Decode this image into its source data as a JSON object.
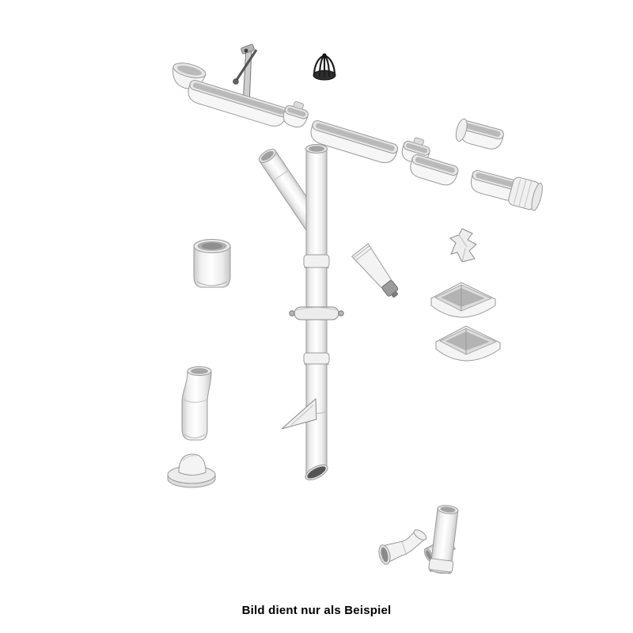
{
  "caption": "Bild dient nur als Beispiel",
  "colors": {
    "background": "#ffffff",
    "text": "#000000",
    "line": "#9a9a9a",
    "fill_light": "#f4f4f4",
    "opening_shadow": "#a8a8a8",
    "dark_part": "#2e2e2e"
  },
  "components": [
    "gutter-end-cap",
    "gutter-hanger-bracket",
    "gutter-section-1",
    "leaf-strainer",
    "gutter-connector",
    "gutter-section-2",
    "gutter-connector-2",
    "gutter-section-3",
    "gutter-end-piece",
    "gutter-section-with-sleeve",
    "downpipe-branch",
    "downpipe",
    "pipe-clamp",
    "pipe-wedge-bracket",
    "pipe-coupling",
    "sealant-tube",
    "metal-connector-clip",
    "gutter-corner-1",
    "gutter-corner-2",
    "offset-bend",
    "base-cap",
    "pipe-branch-fitting",
    "pipe-elbow"
  ]
}
